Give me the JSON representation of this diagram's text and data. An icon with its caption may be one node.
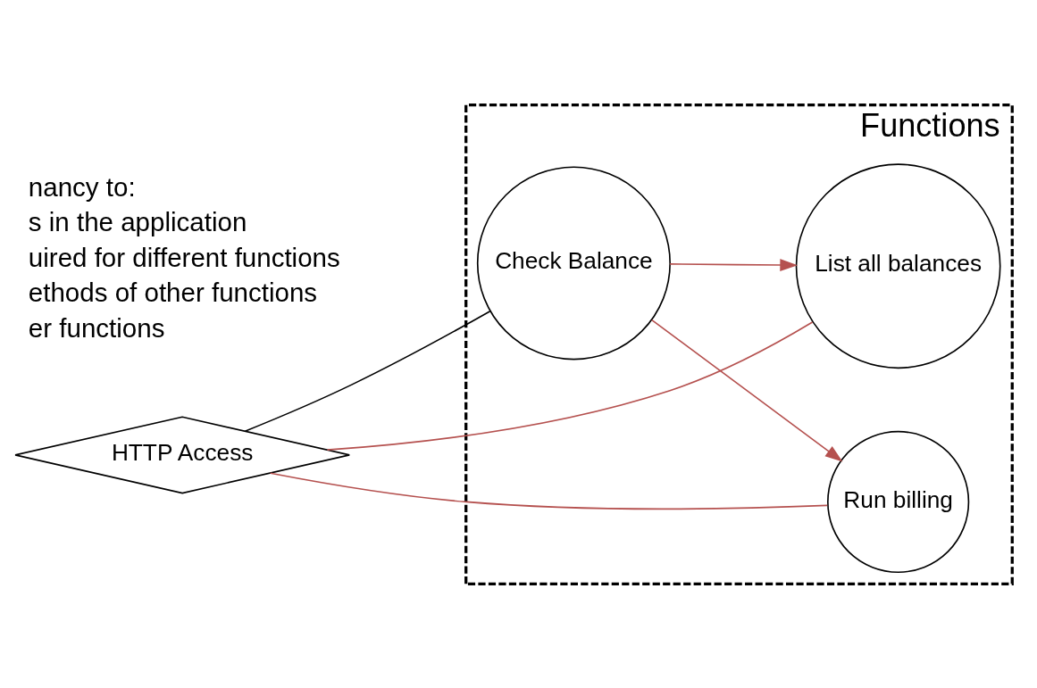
{
  "diagram": {
    "nodes": [
      {
        "text": [
          "Functions"
        ]
      },
      {
        "text": [
          "HTTP Access"
        ]
      },
      {
        "text": [
          "Check Balance"
        ],
        "in": 0
      },
      {
        "text": [
          "List all balances"
        ],
        "in": 0
      },
      {
        "text": [
          "Run billing"
        ],
        "in": 0
      }
    ],
    "edges": [
      {
        "from": 1,
        "to": 3,
        "arrow": "none"
      },
      {
        "from": 1,
        "to": 2,
        "arrow": "none",
        "color": "#000000"
      },
      {
        "from": 2,
        "to": 3,
        "arrow": "to"
      },
      {
        "from": 2,
        "to": 4,
        "arrow": "to"
      },
      {
        "from": 1,
        "to": 4,
        "arrow": "none"
      }
    ],
    "labels": [
      "nancy to:",
      "s in the application",
      "uired for different functions",
      "ethods of other functions",
      "er functions"
    ]
  }
}
